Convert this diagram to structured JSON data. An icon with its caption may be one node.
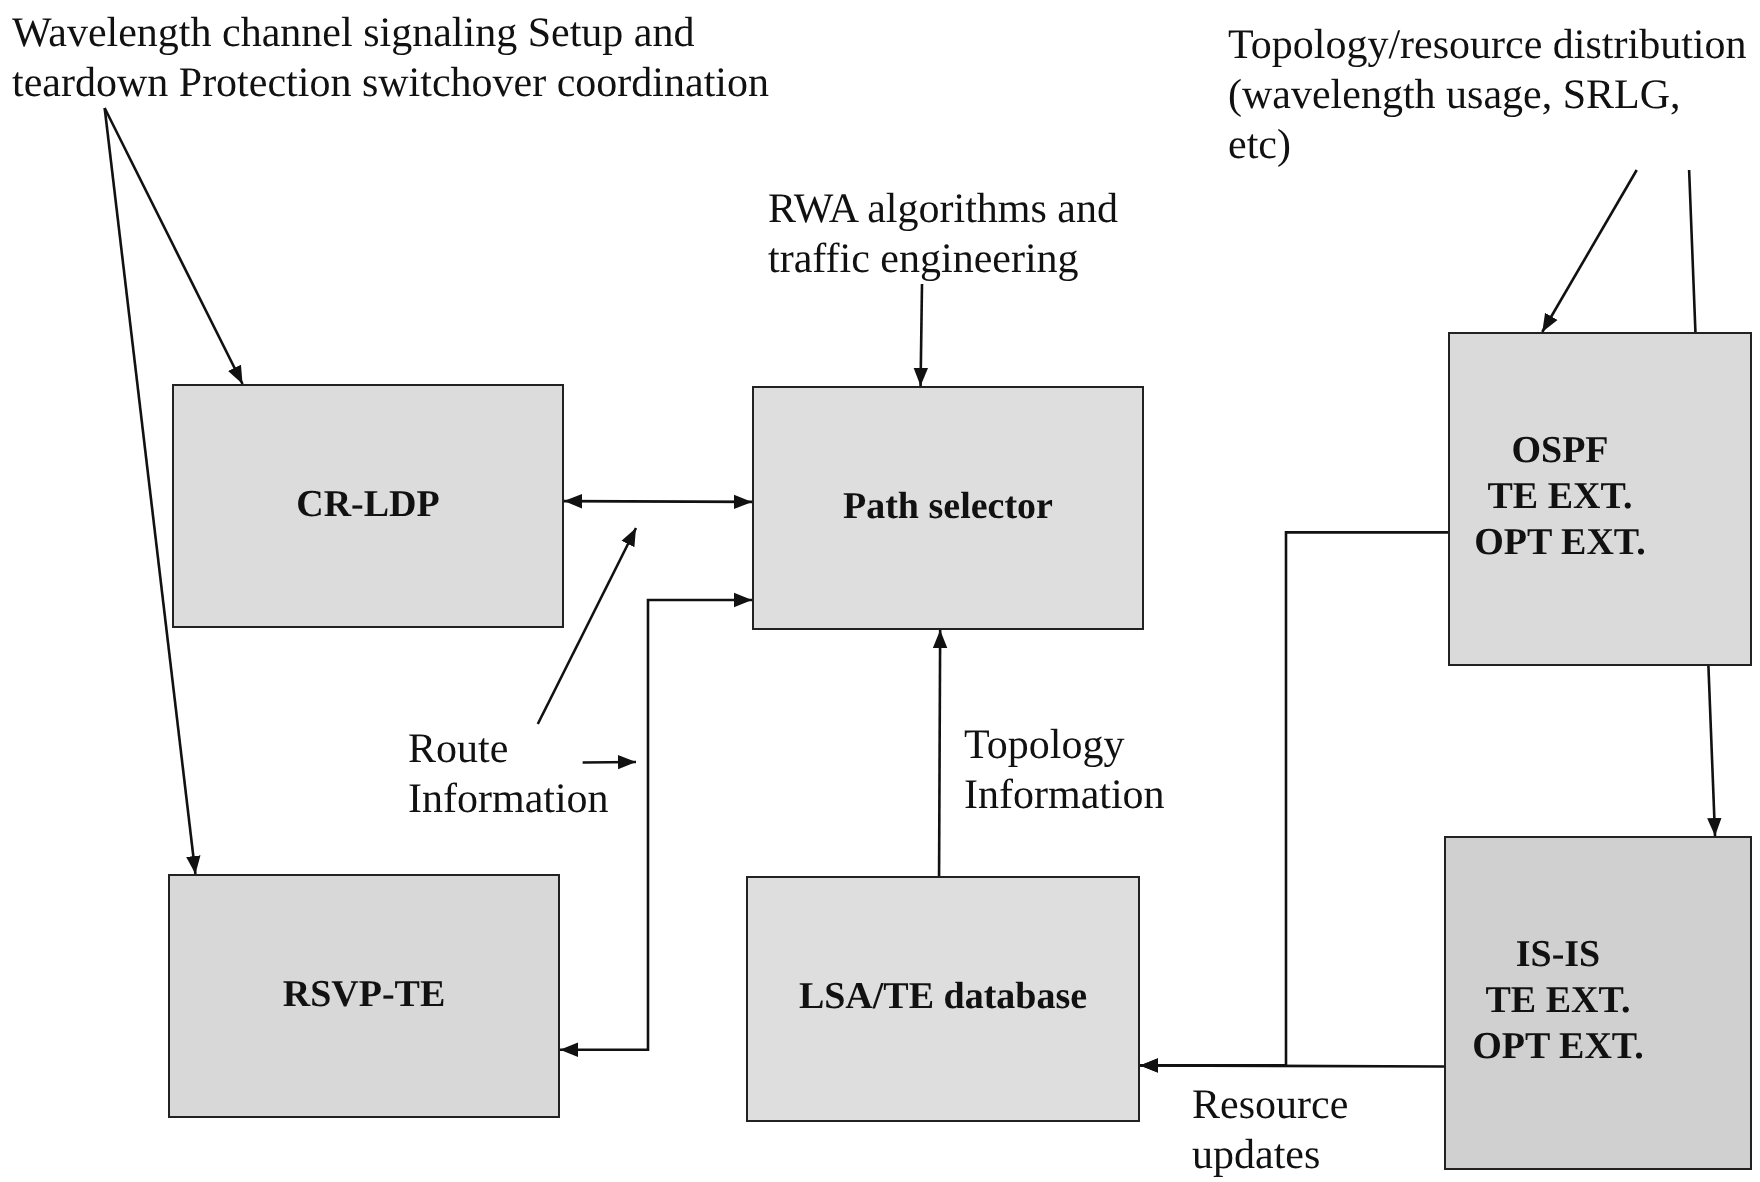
{
  "diagram": {
    "nodes": [
      {
        "text": [
          "Wavelength channel signaling Setup and teardown Protection switchover coordination"
        ]
      },
      {
        "text": [
          "RWA algorithms and traffic engineering"
        ]
      },
      {
        "text": [
          "Topology/resource distribution (wavelength usage, SRLG, etc)"
        ]
      },
      {
        "text": [
          "CR-LDP"
        ]
      },
      {
        "text": [
          "Path selector"
        ]
      },
      {
        "text": [
          "OSPF",
          "TE EXT.",
          "OPT EXT."
        ]
      },
      {
        "text": [
          "Route Information"
        ]
      },
      {
        "text": [
          "RSVP-TE"
        ]
      },
      {
        "text": [
          "LSA/TE database"
        ]
      },
      {
        "text": [
          "IS-IS",
          "TE EXT.",
          "OPT EXT."
        ]
      }
    ],
    "edges": [
      {
        "from": 0,
        "to": 3,
        "arrow": "to"
      },
      {
        "from": 0,
        "to": 7,
        "arrow": "to"
      },
      {
        "from": 1,
        "to": 4,
        "arrow": "to"
      },
      {
        "from": 2,
        "to": 5,
        "arrow": "to"
      },
      {
        "from": 2,
        "to": 9,
        "arrow": "to"
      },
      {
        "from": 3,
        "to": 4,
        "arrow": "both"
      },
      {
        "from": 7,
        "to": 4,
        "arrow": "both"
      },
      {
        "from": 6,
        "to": null,
        "arrow": "to"
      },
      {
        "from": 6,
        "to": null,
        "arrow": "to"
      },
      {
        "from": 8,
        "to": 4,
        "arrow": "to",
        "label": "Topology Information"
      },
      {
        "from": 9,
        "to": 8,
        "arrow": "to",
        "label": "Resource updates"
      },
      {
        "from": 5,
        "to": 8,
        "arrow": "to"
      }
    ]
  }
}
